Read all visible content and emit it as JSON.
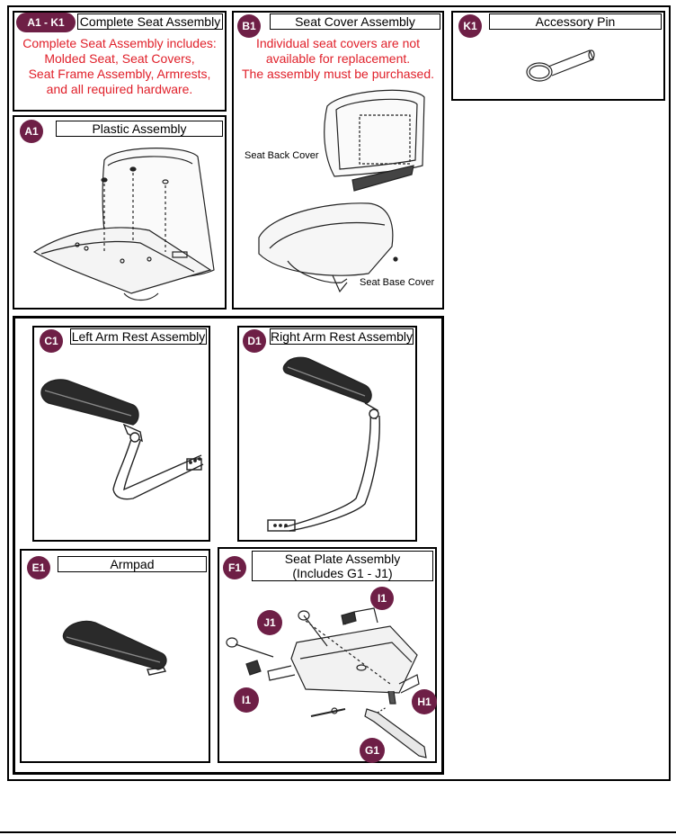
{
  "panels": {
    "complete": {
      "badge": "A1 - K1",
      "title": "Complete Seat Assembly",
      "lines": [
        "Complete Seat Assembly includes:",
        "Molded Seat, Seat Covers,",
        "Seat Frame Assembly, Armrests,",
        "and all required hardware."
      ]
    },
    "seat_cover": {
      "badge": "B1",
      "title": "Seat Cover Assembly",
      "lines": [
        "Individual seat covers are not",
        "available for replacement.",
        "The assembly must be purchased."
      ],
      "back_label": "Seat Back Cover",
      "base_label": "Seat Base Cover"
    },
    "accessory": {
      "badge": "K1",
      "title": "Accessory Pin"
    },
    "plastic": {
      "badge": "A1",
      "title": "Plastic Assembly"
    },
    "left_arm": {
      "badge": "C1",
      "title": "Left Arm Rest Assembly"
    },
    "right_arm": {
      "badge": "D1",
      "title": "Right Arm Rest Assembly"
    },
    "armpad": {
      "badge": "E1",
      "title": "Armpad"
    },
    "seat_plate": {
      "badge": "F1",
      "title_line1": "Seat Plate Assembly",
      "title_line2": "(Includes G1 - J1)",
      "callouts": {
        "i1_top": "I1",
        "j1": "J1",
        "i1_bottom": "I1",
        "h1": "H1",
        "g1": "G1"
      }
    }
  },
  "colors": {
    "badge": "#6e1f46",
    "note_text": "#e0202a"
  }
}
